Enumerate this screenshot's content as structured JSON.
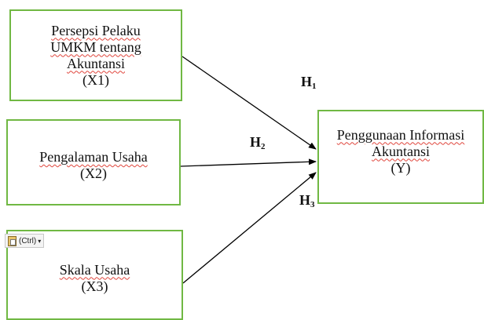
{
  "boxes": {
    "x1": {
      "lines": [
        "Persepsi Pelaku",
        "UMKM tentang",
        "Akuntansi",
        "(X1)"
      ]
    },
    "x2": {
      "lines": [
        "Pengalaman Usaha",
        "(X2)"
      ]
    },
    "x3": {
      "lines": [
        "Skala Usaha",
        "(X3)"
      ]
    },
    "y": {
      "lines": [
        "Penggunaan Informasi",
        "Akuntansi",
        "(Y)"
      ]
    }
  },
  "hypotheses": {
    "h1": {
      "letter": "H",
      "sub": "1"
    },
    "h2": {
      "letter": "H",
      "sub": "2"
    },
    "h3": {
      "letter": "H",
      "sub": "3"
    }
  },
  "paste_options": {
    "label": "(Ctrl)",
    "icon": "clipboard-paste-icon"
  },
  "colors": {
    "box_border": "#70b843",
    "arrow": "#000000",
    "spellcheck": "#e0453c"
  }
}
